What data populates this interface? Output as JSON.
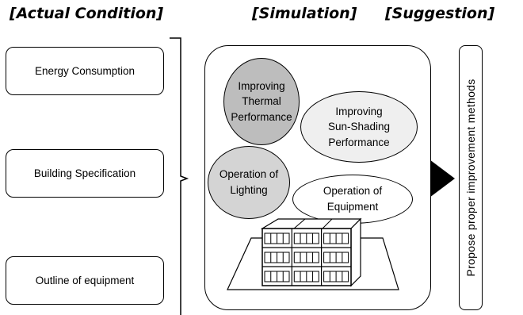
{
  "headers": {
    "actual": "[Actual Condition]",
    "simulation": "[Simulation]",
    "suggestion": "[Suggestion]"
  },
  "actual_condition_items": [
    "Energy Consumption",
    "Building Specification",
    "Outline of equipment"
  ],
  "simulation_items": [
    {
      "label": "Improving\nThermal\nPerformance",
      "fill": "#bdbdbd"
    },
    {
      "label": "Improving\nSun-Shading\nPerformance",
      "fill": "#efefef"
    },
    {
      "label": "Operation of\nLighting",
      "fill": "#d4d4d4"
    },
    {
      "label": "Operation of\nEquipment",
      "fill": "#ffffff"
    }
  ],
  "suggestion_text": "Propose proper improvement methods",
  "colors": {
    "stroke": "#000000",
    "arrow": "#000000"
  },
  "icons": [
    "bracket-icon",
    "arrow-right-icon",
    "building-icon"
  ]
}
